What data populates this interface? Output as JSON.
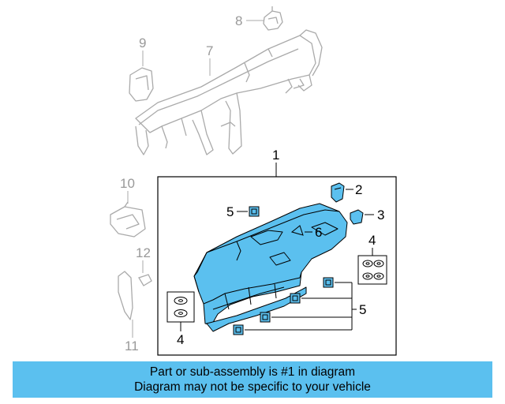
{
  "callouts": {
    "c1": "1",
    "c2": "2",
    "c3": "3",
    "c4a": "4",
    "c4b": "4",
    "c5a": "5",
    "c5b": "5",
    "c6": "6",
    "c7": "7",
    "c8": "8",
    "c9": "9",
    "c10": "10",
    "c11": "11",
    "c12": "12"
  },
  "banner": {
    "line1": "Part or sub-assembly is #1 in diagram",
    "line2": "Diagram may not be specific to your vehicle",
    "color": "#5bc0ef"
  },
  "colors": {
    "part_fill": "#5bc0ef",
    "background_parts": "#aaaaaa",
    "line": "#000000"
  }
}
